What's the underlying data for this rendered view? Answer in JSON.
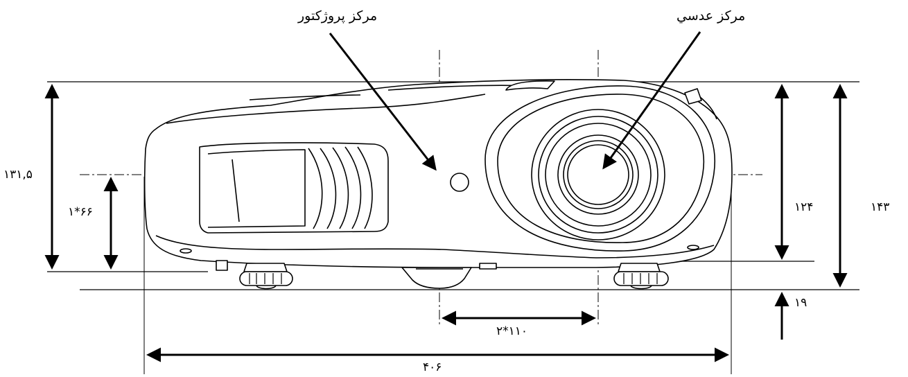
{
  "labels": {
    "projector_center": "مركز پروژكتور",
    "lens_center": "مركز عدسي"
  },
  "dimensions": {
    "total_height_left": "۱۳۱,۵",
    "lens_height_left": "۱*۶۶",
    "body_height_right": "۱۲۴",
    "total_height_right": "۱۴۳",
    "foot_height": "۱۹",
    "center_offset": "۲*۱۱۰",
    "total_width": "۴۰۶"
  },
  "colors": {
    "line": "#000000",
    "background": "#ffffff"
  }
}
